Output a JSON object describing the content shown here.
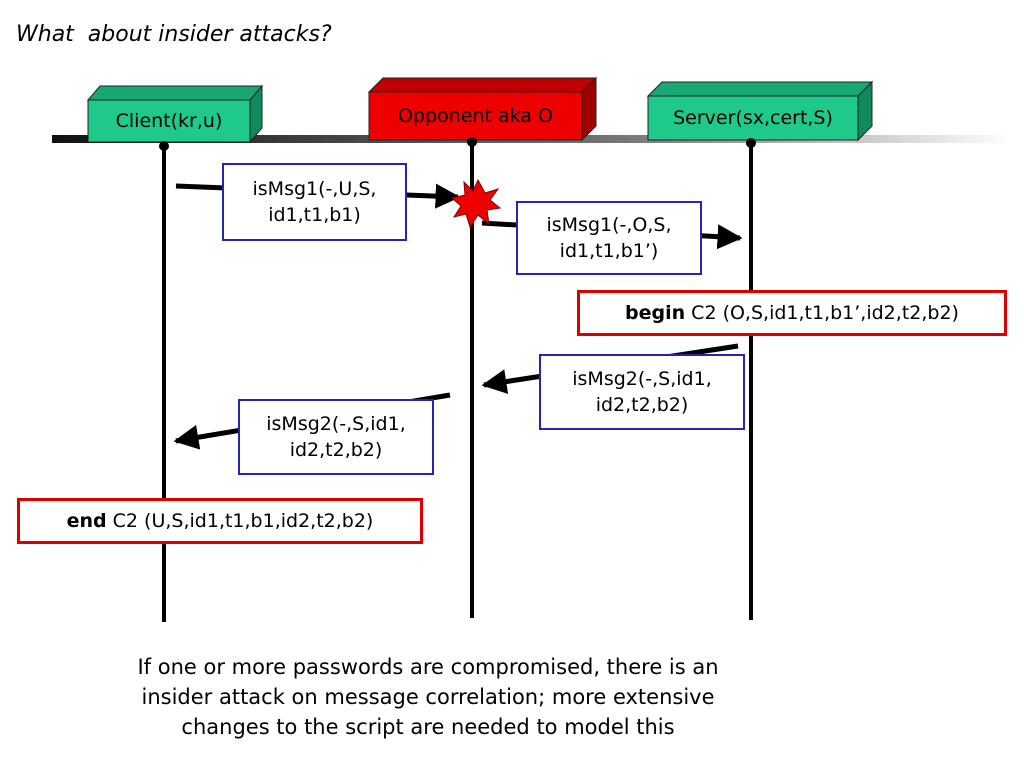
{
  "title": "What  about insider attacks?",
  "actors": {
    "client": {
      "label": "Client(kr,u)",
      "color": "#1fc98a"
    },
    "opponent": {
      "label": "Opponent aka O",
      "color": "#ee0000"
    },
    "server": {
      "label": "Server(sx,cert,S)",
      "color": "#1fc98a"
    }
  },
  "messages": {
    "msg1_client": {
      "line1": "isMsg1(-,U,S,",
      "line2": "id1,t1,b1)"
    },
    "msg1_opponent": {
      "line1": "isMsg1(-,O,S,",
      "line2": "id1,t1,b1’)"
    },
    "msg2_server": {
      "line1": "isMsg2(-,S,id1,",
      "line2": "id2,t2,b2)"
    },
    "msg2_opponent": {
      "line1": "isMsg2(-,S,id1,",
      "line2": "id2,t2,b2)"
    }
  },
  "events": {
    "begin": {
      "keyword": "begin",
      "text": "C2 (O,S,id1,t1,b1’,id2,t2,b2)"
    },
    "end": {
      "keyword": "end",
      "text": "C2 (U,S,id1,t1,b1,id2,t2,b2)"
    }
  },
  "footer": {
    "line1": "If one or more passwords are compromised, there is an",
    "line2": "insider attack on message correlation; more extensive",
    "line3": "changes to the script are needed to model this"
  }
}
